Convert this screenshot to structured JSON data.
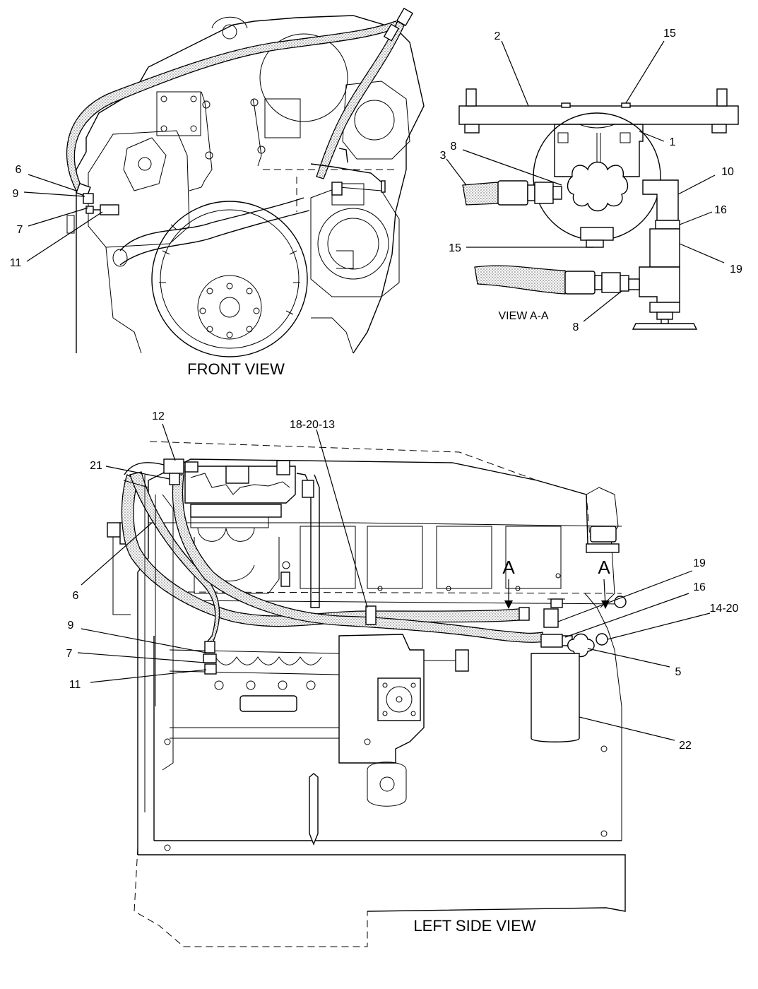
{
  "views": {
    "front": {
      "title": "FRONT VIEW"
    },
    "section": {
      "title": "VIEW A-A"
    },
    "left_side": {
      "title": "LEFT SIDE VIEW"
    }
  },
  "section_markers": [
    "A",
    "A"
  ],
  "callouts": {
    "front": [
      "6",
      "9",
      "7",
      "11"
    ],
    "section": [
      "2",
      "15",
      "1",
      "8",
      "3",
      "10",
      "16",
      "15",
      "19",
      "8"
    ],
    "left_side": [
      "12",
      "18-20-13",
      "21",
      "6",
      "19",
      "16",
      "14-20",
      "9",
      "7",
      "11",
      "5",
      "22"
    ]
  }
}
